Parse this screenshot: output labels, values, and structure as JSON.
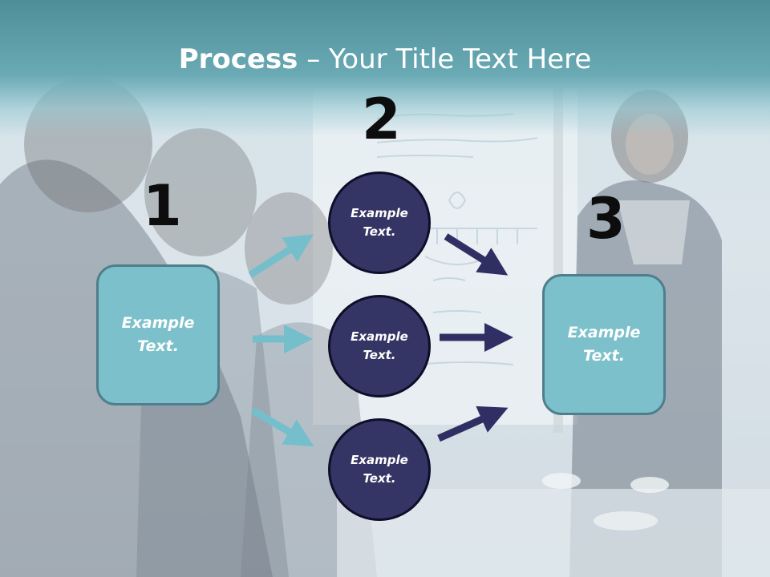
{
  "title": {
    "bold": "Process",
    "rest": " – Your Title Text Here"
  },
  "steps": {
    "one": "1",
    "two": "2",
    "three": "3"
  },
  "left_box": {
    "line1": "Example",
    "line2": "Text."
  },
  "right_box": {
    "line1": "Example",
    "line2": "Text."
  },
  "circles": [
    {
      "line1": "Example",
      "line2": "Text."
    },
    {
      "line1": "Example",
      "line2": "Text."
    },
    {
      "line1": "Example",
      "line2": "Text."
    }
  ],
  "colors": {
    "title_band": "#5a9ca7",
    "box_fill": "#7cc0cb",
    "box_border": "#4f7f8c",
    "circle_fill": "#343564",
    "arrow_light": "#74bfcb",
    "arrow_dark": "#2f2f63"
  },
  "background": "meeting-photo"
}
